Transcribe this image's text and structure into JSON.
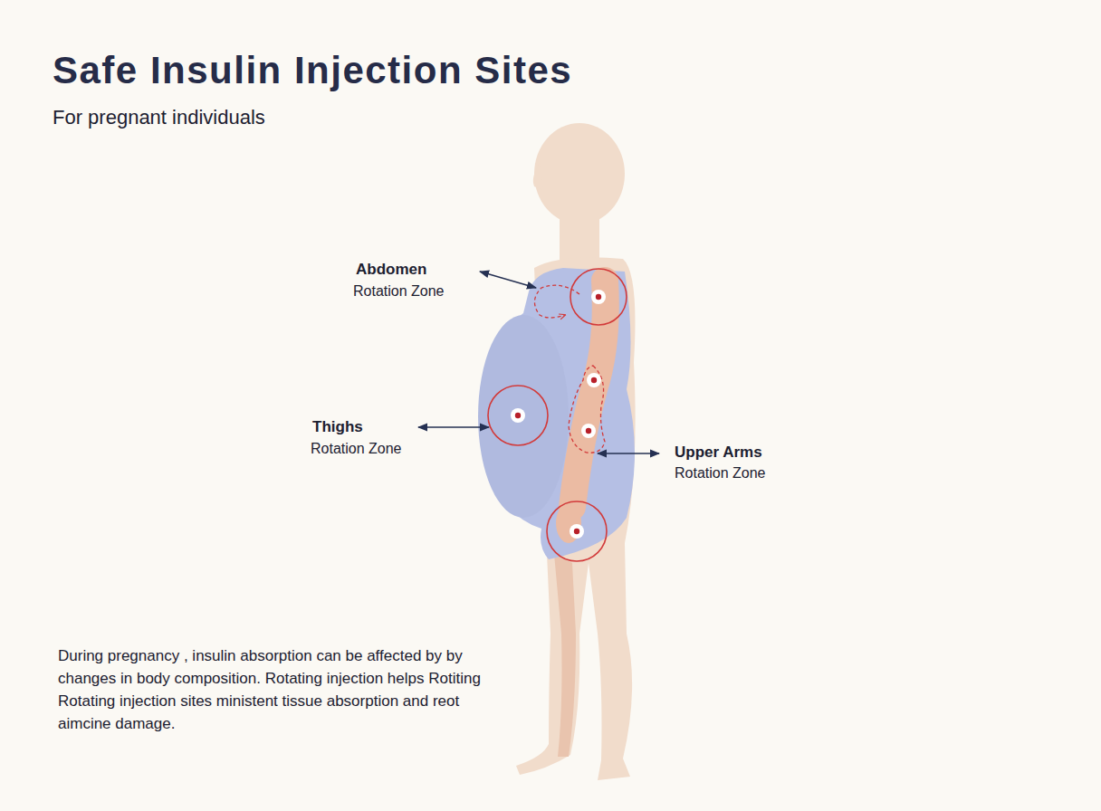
{
  "diagram": {
    "title": "Safe Insulin Injection Sites",
    "caption": "During pregnancy , insulin absorption can be affected by by changes in body composition. Rotating injection helps Rotiting Rotating injection sites ministent tissue absorption and reot aimcine damage.",
    "labels": [
      "For pregnant individuals",
      "Abdomen",
      "Rotation Zone",
      "Thighs",
      "Rotation Zone",
      "Upper Arms",
      "Rotation Zone"
    ]
  }
}
